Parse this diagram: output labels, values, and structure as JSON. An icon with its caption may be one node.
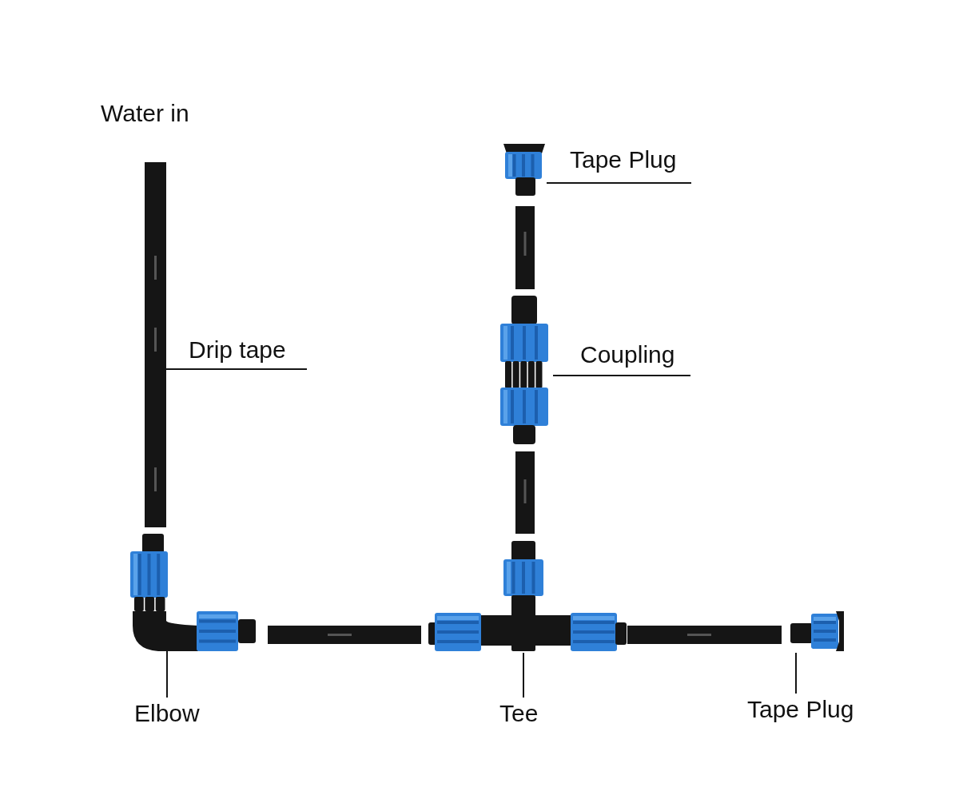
{
  "diagram": {
    "nodes": [
      {
        "text": [
          "Drip tape"
        ]
      },
      {
        "text": [],
        "shape": "bar"
      },
      {
        "text": [
          "Tape Plug"
        ]
      },
      {
        "text": [],
        "shape": "picture"
      },
      {
        "text": [
          "Coupling"
        ]
      },
      {
        "text": [],
        "shape": "picture"
      },
      {
        "text": [
          "Elbow"
        ]
      },
      {
        "text": [],
        "shape": "picture"
      },
      {
        "text": [
          "Tee"
        ]
      },
      {
        "text": [],
        "shape": "picture"
      },
      {
        "text": [
          "Tape Plug"
        ]
      },
      {
        "text": [],
        "shape": "picture"
      }
    ],
    "edges": [
      {
        "from": 0,
        "to": 1,
        "arrow": "none"
      },
      {
        "from": 2,
        "to": 3,
        "arrow": "none"
      },
      {
        "from": 4,
        "to": 5,
        "arrow": "none"
      },
      {
        "from": 6,
        "to": 7,
        "arrow": "none"
      },
      {
        "from": 8,
        "to": 9,
        "arrow": "none"
      },
      {
        "from": 10,
        "to": 11,
        "arrow": "none"
      }
    ],
    "labels": [
      "Water in"
    ]
  }
}
